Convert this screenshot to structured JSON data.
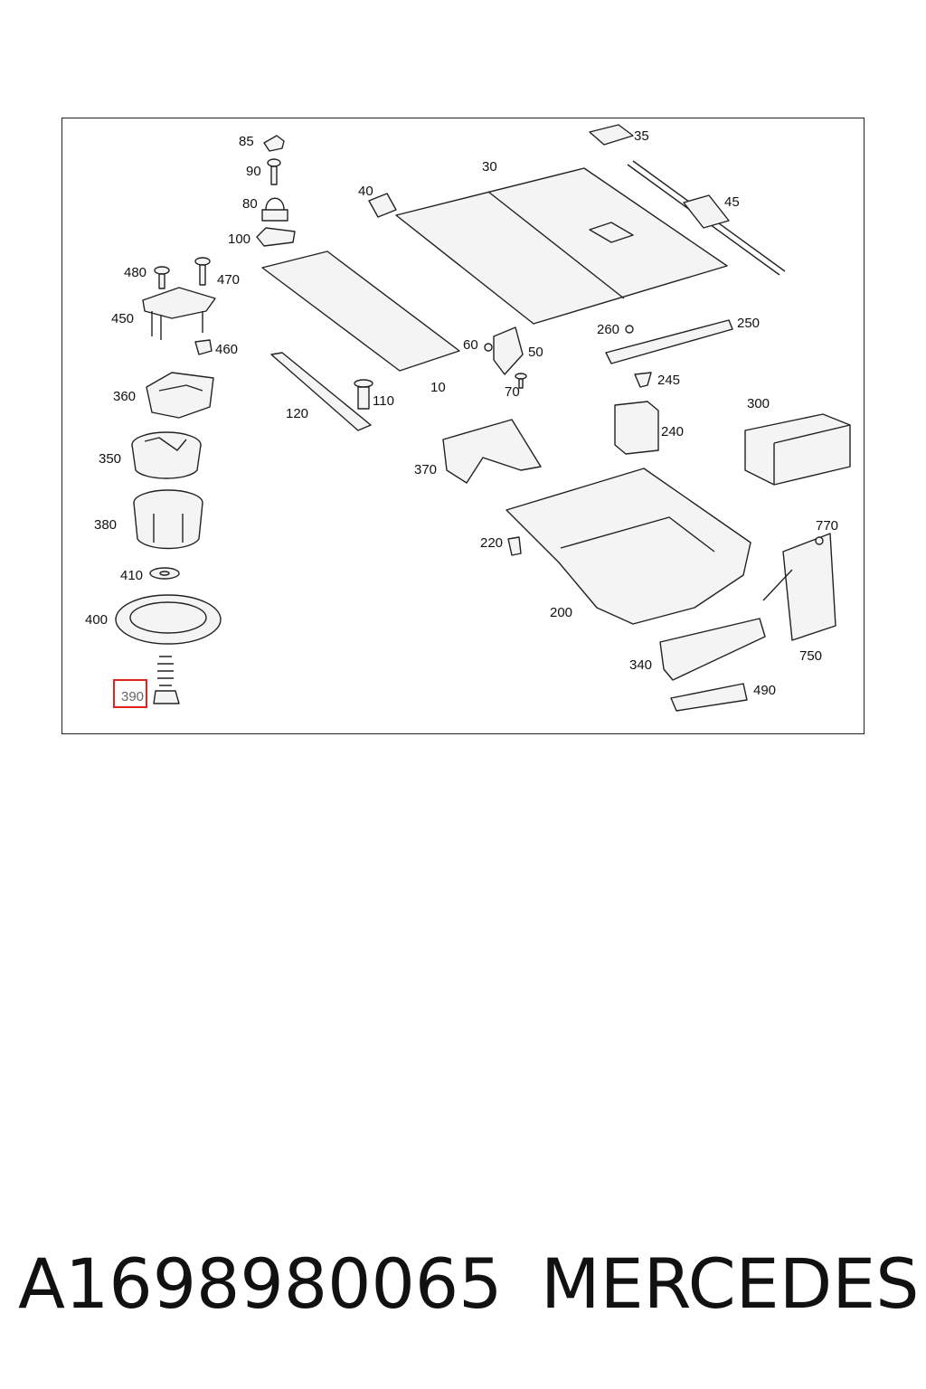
{
  "diagram": {
    "labels": [
      {
        "id": "85",
        "text": "85"
      },
      {
        "id": "90",
        "text": "90"
      },
      {
        "id": "80",
        "text": "80"
      },
      {
        "id": "100",
        "text": "100"
      },
      {
        "id": "480",
        "text": "480"
      },
      {
        "id": "470",
        "text": "470"
      },
      {
        "id": "450",
        "text": "450"
      },
      {
        "id": "460",
        "text": "460"
      },
      {
        "id": "360",
        "text": "360"
      },
      {
        "id": "350",
        "text": "350"
      },
      {
        "id": "380",
        "text": "380"
      },
      {
        "id": "410",
        "text": "410"
      },
      {
        "id": "400",
        "text": "400"
      },
      {
        "id": "390",
        "text": "390"
      },
      {
        "id": "40",
        "text": "40"
      },
      {
        "id": "30",
        "text": "30"
      },
      {
        "id": "35",
        "text": "35"
      },
      {
        "id": "45",
        "text": "45"
      },
      {
        "id": "120",
        "text": "120"
      },
      {
        "id": "110",
        "text": "110"
      },
      {
        "id": "10",
        "text": "10"
      },
      {
        "id": "60",
        "text": "60"
      },
      {
        "id": "50",
        "text": "50"
      },
      {
        "id": "70",
        "text": "70"
      },
      {
        "id": "260",
        "text": "260"
      },
      {
        "id": "250",
        "text": "250"
      },
      {
        "id": "245",
        "text": "245"
      },
      {
        "id": "240",
        "text": "240"
      },
      {
        "id": "300",
        "text": "300"
      },
      {
        "id": "370",
        "text": "370"
      },
      {
        "id": "220",
        "text": "220"
      },
      {
        "id": "200",
        "text": "200"
      },
      {
        "id": "770",
        "text": "770"
      },
      {
        "id": "750",
        "text": "750"
      },
      {
        "id": "340",
        "text": "340"
      },
      {
        "id": "490",
        "text": "490"
      }
    ],
    "highlighted_label": "390",
    "highlight_color": "#e32222"
  },
  "footer": {
    "part_number": "A1698980065",
    "brand": "MERCEDES"
  }
}
